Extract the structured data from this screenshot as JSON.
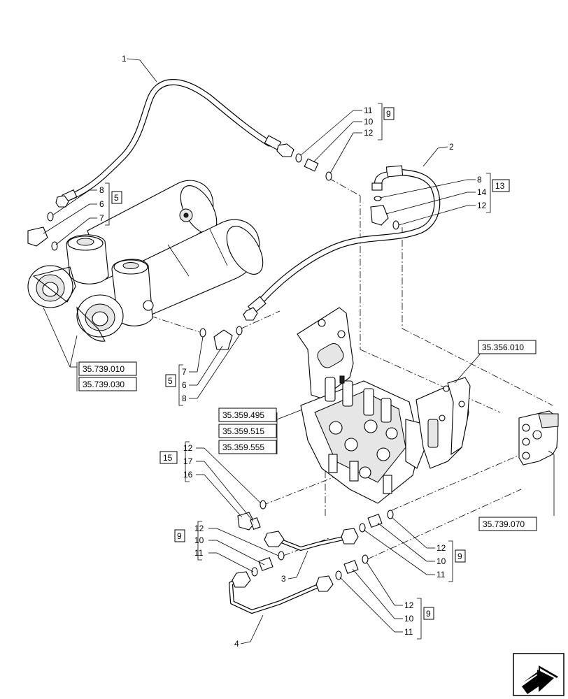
{
  "callouts": {
    "c1": "1",
    "c2": "2",
    "c3": "3",
    "c4": "4",
    "c11a": "11",
    "c10a": "10",
    "c12a": "12",
    "b9a": "9",
    "c8a": "8",
    "c6a": "6",
    "c7a": "7",
    "b5a": "5",
    "c8b": "8",
    "c14b": "14",
    "c12b": "12",
    "b13": "13",
    "c7c": "7",
    "c6c": "6",
    "c8c": "8",
    "b5c": "5",
    "c12d": "12",
    "c17d": "17",
    "c16d": "16",
    "b15": "15",
    "c12e": "12",
    "c10e": "10",
    "c11e": "11",
    "b9e": "9",
    "c12f": "12",
    "c10f": "10",
    "c11f": "11",
    "b9f": "9",
    "c12g": "12",
    "c10g": "10",
    "c11g": "11",
    "b9g": "9"
  },
  "refs": {
    "r1": "35.739.010",
    "r2": "35.739.030",
    "r3": "35.356.010",
    "r4": "35.359.495",
    "r5": "35.359.515",
    "r6": "35.359.555",
    "r7": "35.739.070"
  }
}
